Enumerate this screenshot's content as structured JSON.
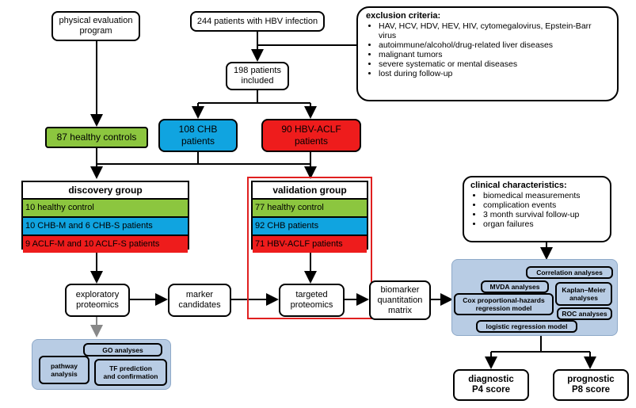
{
  "physical_program": [
    "physical evaluation",
    "program"
  ],
  "hbv_patients": "244 patients with HBV infection",
  "exclusion": {
    "title": "exclusion criteria:",
    "items": [
      "HAV, HCV, HDV, HEV, HIV, cytomegalovirus, Epstein-Barr virus",
      "autoimmune/alcohol/drug-related liver diseases",
      "malignant tumors",
      "severe systematic or mental diseases",
      "lost during follow-up"
    ]
  },
  "included": [
    "198 patients",
    "included"
  ],
  "healthy_controls": "87 healthy controls",
  "chb_patients": [
    "108 CHB",
    "patients"
  ],
  "aclf_patients": [
    "90 HBV-ACLF",
    "patients"
  ],
  "discovery": {
    "title": "discovery group",
    "rows": [
      "10 healthy control",
      "10 CHB-M and 6 CHB-S patients",
      "9 ACLF-M and 10 ACLF-S patients"
    ]
  },
  "validation": {
    "title": "validation group",
    "rows": [
      "77 healthy control",
      "92 CHB patients",
      "71 HBV-ACLF patients"
    ]
  },
  "exploratory": [
    "exploratory",
    "proteomics"
  ],
  "marker_candidates": [
    "marker",
    "candidates"
  ],
  "targeted": [
    "targeted",
    "proteomics"
  ],
  "biomarker_matrix": [
    "biomarker",
    "quantitation",
    "matrix"
  ],
  "clinical": {
    "title": "clinical characteristics:",
    "items": [
      "biomedical measurements",
      "complication events",
      "3 month survival follow-up",
      "organ failures"
    ]
  },
  "analyses": {
    "correlation": "Correlation analyses",
    "mvda": "MVDA analyses",
    "kaplan": [
      "Kaplan–Meier",
      "analyses"
    ],
    "cox": [
      "Cox proportional-hazards",
      "regression model"
    ],
    "roc": "ROC analyses",
    "logistic": "logistic regression model"
  },
  "pathway_panel": {
    "go": "GO analyses",
    "pathway": [
      "pathway",
      "analysis"
    ],
    "tf": [
      "TF prediction",
      "and confirmation"
    ]
  },
  "diagnostic": [
    "diagnostic",
    "P4 score"
  ],
  "prognostic": [
    "prognostic",
    "P8 score"
  ],
  "colors": {
    "green": "#8cc63f",
    "blue": "#10a4e0",
    "red": "#ee1c1c",
    "panel": "#b8cce4",
    "highlight": "#e02020"
  }
}
